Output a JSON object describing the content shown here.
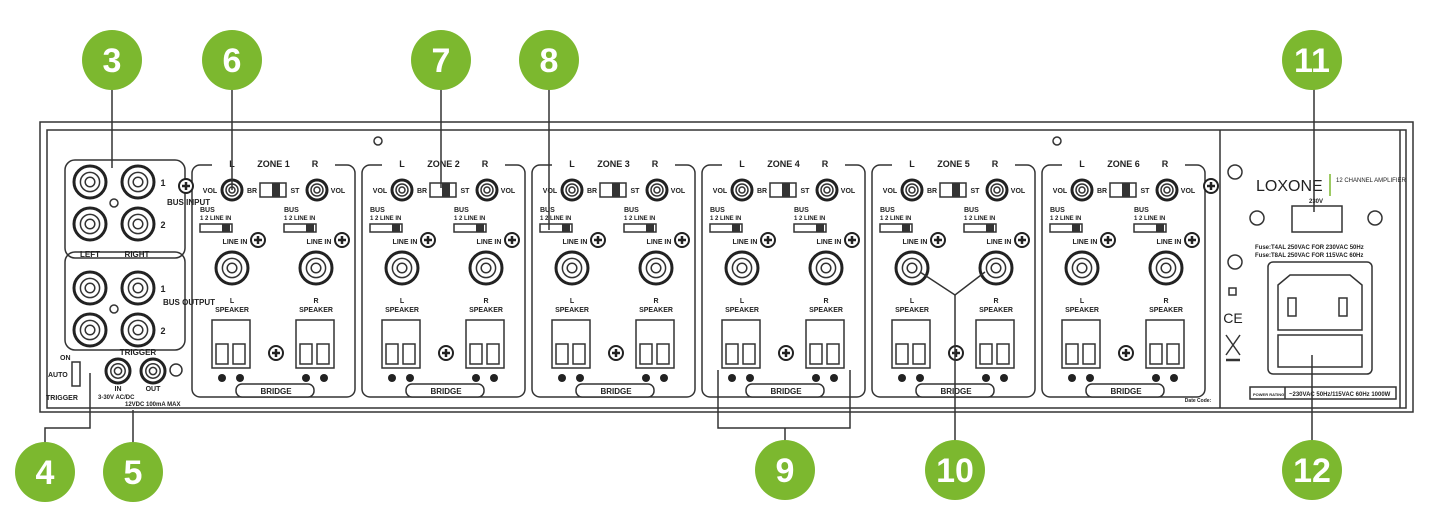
{
  "colors": {
    "callout": "#7cb82f",
    "line": "#333333",
    "panel": "#ffffff"
  },
  "callouts": [
    "3",
    "4",
    "5",
    "6",
    "7",
    "8",
    "9",
    "10",
    "11",
    "12"
  ],
  "bus": {
    "input_label": "BUS INPUT",
    "output_label": "BUS OUTPUT",
    "left": "LEFT",
    "right": "RIGHT",
    "n1": "1",
    "n2": "2"
  },
  "trigger": {
    "switch_on": "ON",
    "switch_auto": "AUTO",
    "switch_trigger": "TRIGGER",
    "title": "TRIGGER",
    "in_label": "IN",
    "in_spec": "3-30V AC/DC",
    "out_label": "OUT",
    "out_spec": "12VDC 100mA MAX"
  },
  "zones": [
    {
      "title": "ZONE 1"
    },
    {
      "title": "ZONE 2"
    },
    {
      "title": "ZONE 3"
    },
    {
      "title": "ZONE 4"
    },
    {
      "title": "ZONE 5"
    },
    {
      "title": "ZONE 6"
    }
  ],
  "zone_labels": {
    "l": "L",
    "r": "R",
    "vol": "VOL",
    "br": "BR",
    "st": "ST",
    "bus": "BUS",
    "bus_opts": "1   2  LINE IN",
    "line_in": "LINE IN",
    "speaker": "SPEAKER",
    "bridge": "BRIDGE"
  },
  "date_code": "Date Code:",
  "power": {
    "brand": "LOXONE",
    "product": "12 CHANNEL AMPLIFIER",
    "voltage": "230V",
    "fuse1": "Fuse:T4AL 250VAC FOR 230VAC 50Hz",
    "fuse2": "Fuse:T8AL 250VAC FOR 115VAC 60Hz",
    "rating_label": "POWER RATING",
    "rating": "~230VAC 50Hz/115VAC 60Hz 1000W",
    "ce": "CE"
  }
}
